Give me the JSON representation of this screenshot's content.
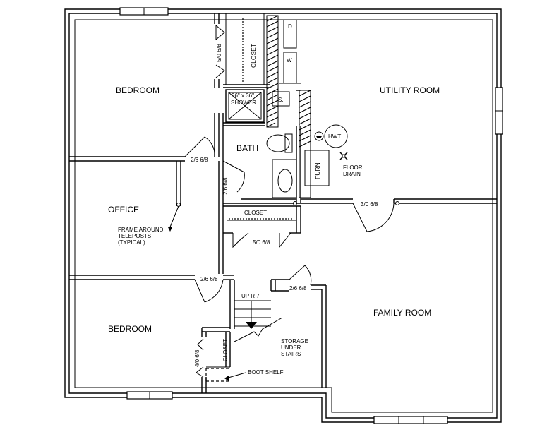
{
  "rooms": {
    "bedroom_top": "BEDROOM",
    "office": "OFFICE",
    "bedroom_bottom": "BEDROOM",
    "bath": "BATH",
    "utility": "UTILITY ROOM",
    "family": "FAMILY ROOM"
  },
  "labels": {
    "closet_top": "CLOSET",
    "closet_top_door": "5/0 6/8",
    "shower_line1": "36\" x 36\"",
    "shower_line2": "SHOWER",
    "sink": "S.",
    "dryer": "D",
    "washer": "W",
    "hwt": "HWT",
    "furnace": "FURN",
    "floor_drain_line1": "FLOOR",
    "floor_drain_line2": "DRAIN",
    "bedroom_door": "2/6 6/8",
    "bath_door": "2/6 6/8",
    "closet_mid": "CLOSET",
    "closet_mid_door": "5/0 6/8",
    "utility_door": "3/0 6/8",
    "frame_line1": "FRAME AROUND",
    "frame_line2": "TELEPOSTS",
    "frame_line3": "(TYPICAL)",
    "office_door": "2/6 6/8",
    "stairs_door": "2/6 6/8",
    "stairs": "UP R 7",
    "storage_line1": "STORAGE",
    "storage_line2": "UNDER",
    "storage_line3": "STAIRS",
    "closet_bottom": "CLOSET",
    "closet_bottom_door": "4/0 6/8",
    "boot_shelf": "BOOT SHELF"
  }
}
